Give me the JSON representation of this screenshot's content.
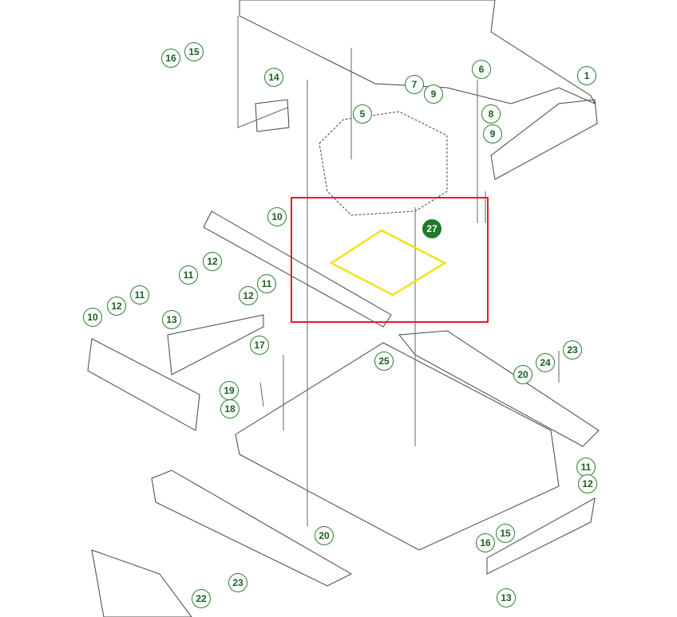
{
  "diagram": {
    "highlight_color": "#e02020",
    "part_highlight_color": "#f2e21c",
    "callout_color": "#2e7d32",
    "selected_part": "27",
    "callouts": [
      "16",
      "15",
      "14",
      "7",
      "9",
      "6",
      "1",
      "5",
      "8",
      "9",
      "27",
      "10",
      "12",
      "11",
      "11",
      "12",
      "11",
      "12",
      "10",
      "13",
      "17",
      "25",
      "23",
      "24",
      "20",
      "19",
      "18",
      "11",
      "12",
      "15",
      "16",
      "20",
      "13",
      "23",
      "22"
    ]
  }
}
